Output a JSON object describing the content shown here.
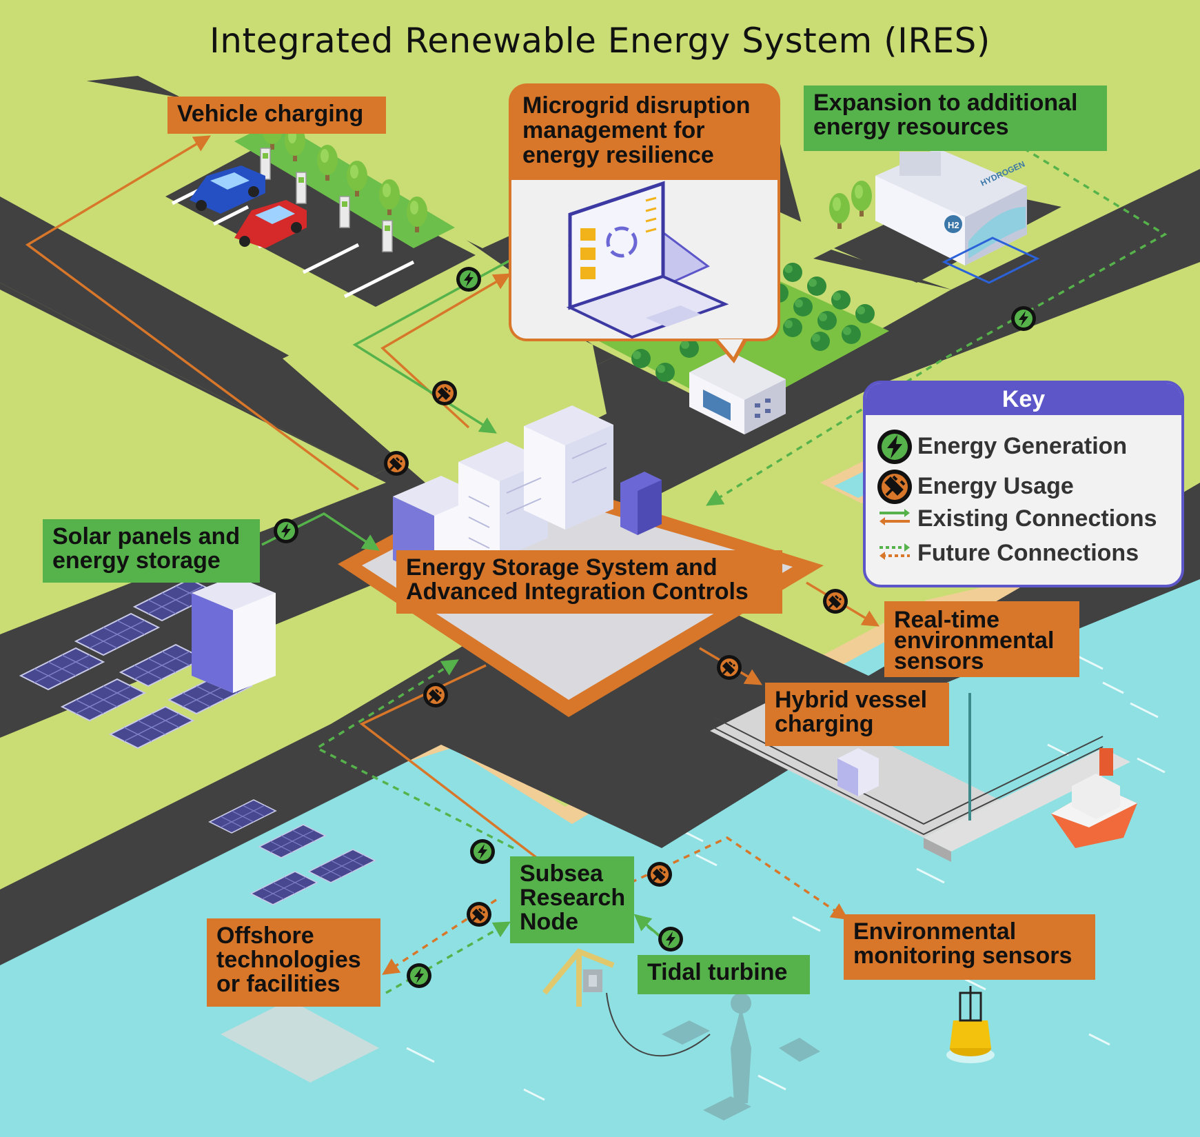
{
  "title": "Integrated Renewable Energy System (IRES)",
  "labels": {
    "vehicle_charging": "Vehicle charging",
    "microgrid": [
      "Microgrid disruption",
      "management for",
      "energy resilience"
    ],
    "expansion": [
      "Expansion to additional",
      "energy resources"
    ],
    "solar": [
      "Solar panels and",
      "energy storage"
    ],
    "ess": [
      "Energy Storage System and",
      "Advanced Integration Controls"
    ],
    "realtime_sensors": [
      "Real-time",
      "environmental",
      "sensors"
    ],
    "hybrid_vessel": [
      "Hybrid vessel",
      "charging"
    ],
    "subsea": [
      "Subsea",
      "Research",
      "Node"
    ],
    "offshore": [
      "Offshore",
      "technologies",
      "or facilities"
    ],
    "tidal": "Tidal turbine",
    "env_monitoring": [
      "Environmental",
      "monitoring sensors"
    ],
    "hydrogen_sign": "HYDROGEN",
    "h2_symbol": "H2"
  },
  "key": {
    "title": "Key",
    "items": [
      {
        "label": "Energy Generation",
        "icon": "lightning-bolt-icon"
      },
      {
        "label": "Energy Usage",
        "icon": "plug-icon"
      },
      {
        "label": "Existing Connections",
        "icon": "solid-arrows-icon"
      },
      {
        "label": "Future Connections",
        "icon": "dashed-arrows-icon"
      }
    ]
  },
  "colors": {
    "land": "#c9dd74",
    "road": "#414141",
    "water": "#8ee0e2",
    "sand": "#f2ce97",
    "orange": "#d8772a",
    "green": "#56b24a",
    "key_border": "#5c56c9"
  }
}
